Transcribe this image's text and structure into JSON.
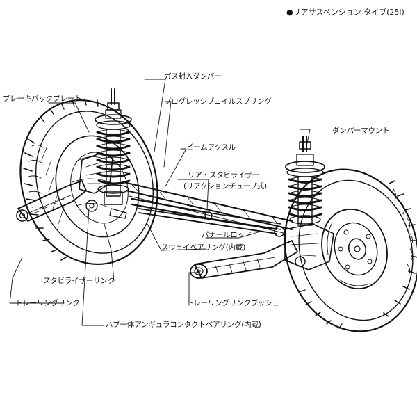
{
  "header": {
    "title": "●リアサスペンション タイプ(25i)"
  },
  "labels": {
    "brake_back_plate": "ブレーキバックプレート",
    "gas_damper": "ガス封入ダンパー",
    "progressive_spring": "プログレッシブコイルスプリング",
    "damper_mount": "ダンパーマウント",
    "beam_axle": "ビームアクスル",
    "rear_stabilizer": "リア・スタビライザー",
    "reaction_tube": "(リアクションチューブ式)",
    "panhard_rod": "パナールロッド",
    "sway_bearing": "スウェイベアリング(内蔵)",
    "stabilizer_link": "スタビライザーリンク",
    "trailing_link": "トレーリングリンク",
    "trailing_link_bush": "トレーリングリンクブッシュ",
    "hub_bearing": "ハブ一体アンギュラコンタクトベアリング(内蔵)"
  }
}
